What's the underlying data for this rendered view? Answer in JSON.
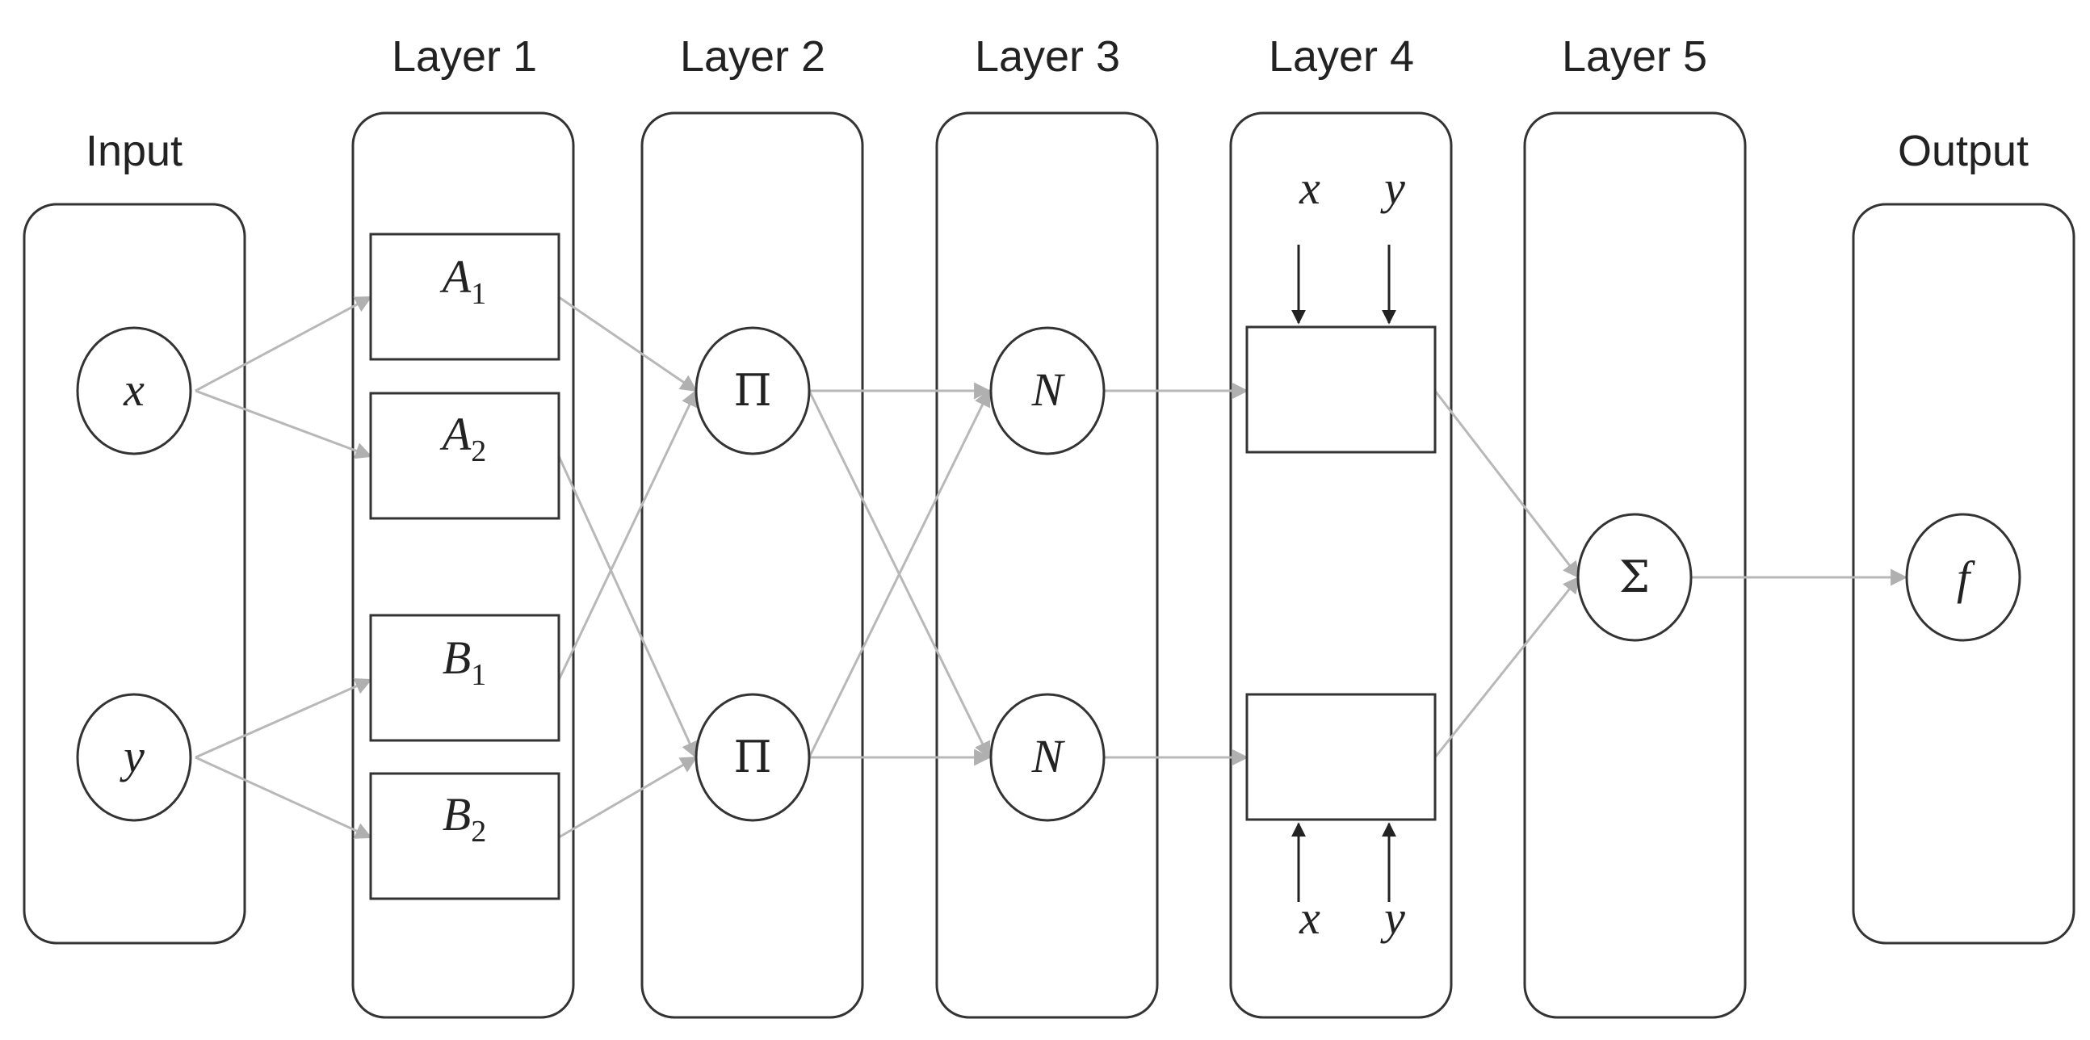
{
  "columns": {
    "input": "Input",
    "layer1": "Layer 1",
    "layer2": "Layer 2",
    "layer3": "Layer 3",
    "layer4": "Layer 4",
    "layer5": "Layer 5",
    "output": "Output"
  },
  "input_nodes": {
    "x": "x",
    "y": "y"
  },
  "layer1_boxes": {
    "a1": {
      "letter": "A",
      "sub": "1"
    },
    "a2": {
      "letter": "A",
      "sub": "2"
    },
    "b1": {
      "letter": "B",
      "sub": "1"
    },
    "b2": {
      "letter": "B",
      "sub": "2"
    }
  },
  "layer2_nodes": {
    "top": "Π",
    "bottom": "Π"
  },
  "layer3_nodes": {
    "top": "N",
    "bottom": "N"
  },
  "layer4_inputs": {
    "top_x": "x",
    "top_y": "y",
    "bottom_x": "x",
    "bottom_y": "y"
  },
  "layer5_node": "Σ",
  "output_node": "f",
  "colors": {
    "edge": "#b8b8b8",
    "outline": "#333333",
    "arrow_dark": "#222222"
  }
}
